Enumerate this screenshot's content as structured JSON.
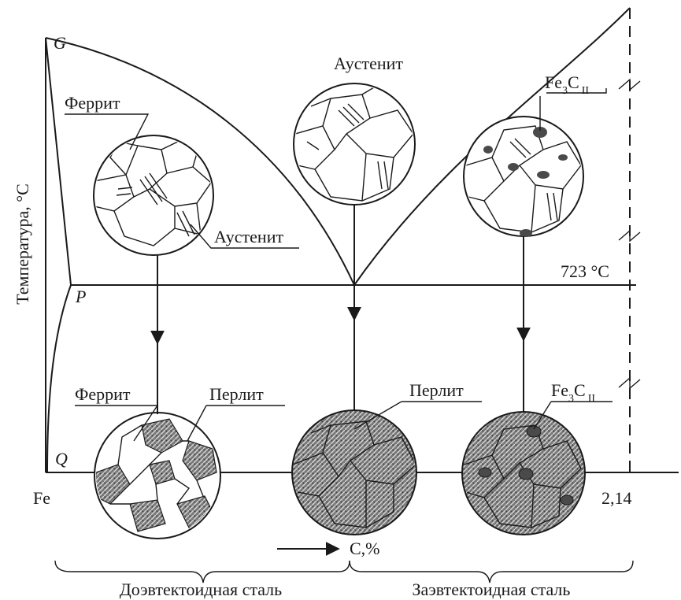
{
  "axis": {
    "y_title": "Температура, °С",
    "x_unit": "С,%",
    "origin": "Fe",
    "x_end": "2,14",
    "temperature": "723 °С"
  },
  "points": {
    "G": "G",
    "P": "P",
    "Q": "Q"
  },
  "labels": {
    "austenite_top": "Аустенит",
    "ferrite_upper": "Феррит",
    "austenite_left": "Аустенит",
    "ferrite_lower": "Феррит",
    "pearlite_left": "Перлит",
    "pearlite_mid": "Перлит",
    "fe3c_upper_main": "Fe",
    "fe3c_upper_sub3": "3",
    "fe3c_upper_c": "C",
    "fe3c_upper_sub": "II",
    "fe3c_lower_main": "Fe",
    "fe3c_lower_sub3": "3",
    "fe3c_lower_c": "C",
    "fe3c_lower_sub": "II"
  },
  "regions": {
    "left": "Доэвтектоидная сталь",
    "right": "Заэвтектоидная сталь"
  }
}
